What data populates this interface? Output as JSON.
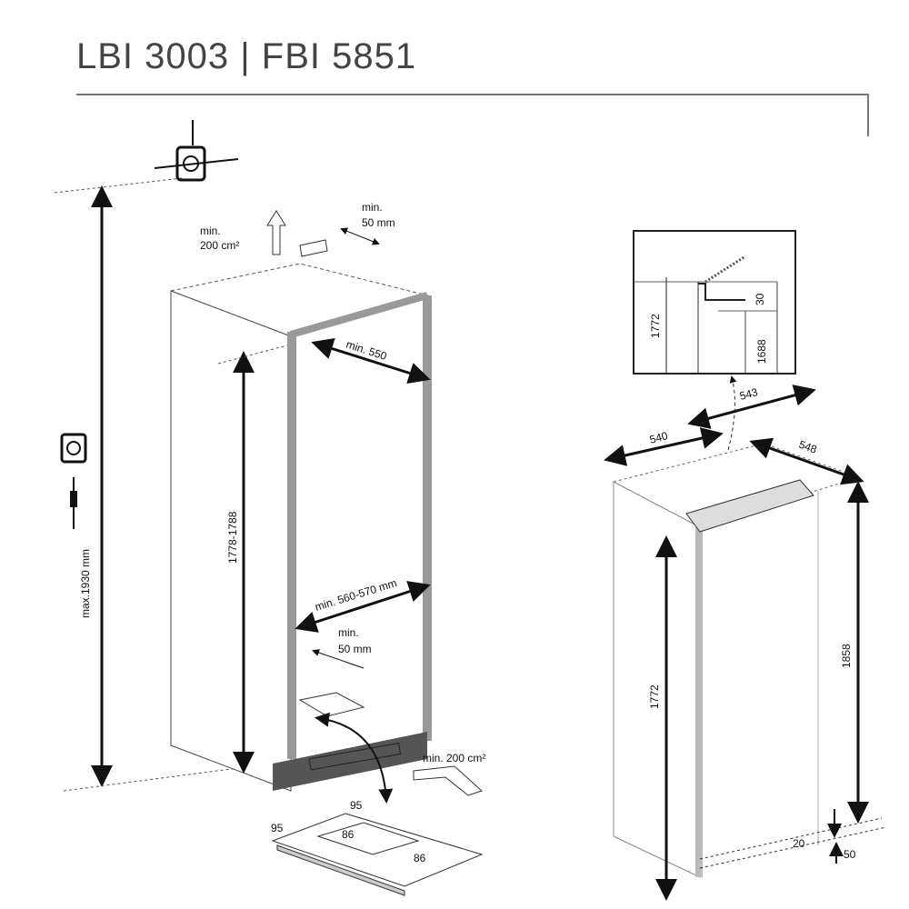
{
  "title": "LBI 3003 | FBI 5851",
  "left_view": {
    "top_vent": [
      "min.",
      "200 cm²"
    ],
    "top_gap": [
      "min.",
      "50 mm"
    ],
    "inner_depth": "min. 550",
    "niche_height": "1778-1788",
    "niche_width": "min. 560-570 mm",
    "bottom_gap": [
      "min.",
      "50 mm"
    ],
    "bottom_vent": "min. 200 cm²",
    "max_height": "max.1930 mm",
    "plate_dims": [
      "95",
      "95",
      "86",
      "86"
    ]
  },
  "right_view": {
    "detail": {
      "h1": "1772",
      "gap": "30",
      "h2": "1688"
    },
    "width_top": "543",
    "width": "540",
    "depth": "548",
    "height_left": "1772",
    "height_right": "1858",
    "bottom_gap": "50",
    "bottom_small": "20"
  }
}
